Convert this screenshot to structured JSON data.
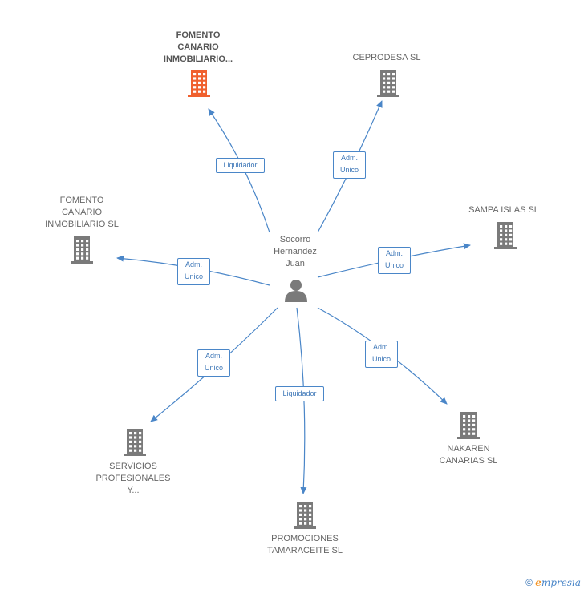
{
  "center": {
    "label": "Socorro\nHernandez\nJuan",
    "icon": "person-icon"
  },
  "nodes": [
    {
      "id": "fomento-canario-inmobiliario-highlight",
      "label": "FOMENTO\nCANARIO\nINMOBILIARIO...",
      "icon": "building-icon",
      "color": "#f0602e",
      "highlighted": true
    },
    {
      "id": "ceprodesa",
      "label": "CEPRODESA  SL",
      "icon": "building-icon",
      "color": "#7a7a7a"
    },
    {
      "id": "sampa-islas",
      "label": "SAMPA ISLAS SL",
      "icon": "building-icon",
      "color": "#7a7a7a"
    },
    {
      "id": "fomento-canario-inmobiliario-sl",
      "label": "FOMENTO\nCANARIO\nINMOBILIARIO SL",
      "icon": "building-icon",
      "color": "#7a7a7a"
    },
    {
      "id": "nakaren-canarias",
      "label": "NAKAREN\nCANARIAS  SL",
      "icon": "building-icon",
      "color": "#7a7a7a"
    },
    {
      "id": "servicios-profesionales",
      "label": "SERVICIOS\nPROFESIONALES\nY...",
      "icon": "building-icon",
      "color": "#7a7a7a"
    },
    {
      "id": "promociones-tamaraceite",
      "label": "PROMOCIONES\nTAMARACEITE SL",
      "icon": "building-icon",
      "color": "#7a7a7a"
    }
  ],
  "edges": [
    {
      "to": "fomento-canario-inmobiliario-highlight",
      "label": "Liquidador"
    },
    {
      "to": "ceprodesa",
      "label": "Adm.\nUnico"
    },
    {
      "to": "sampa-islas",
      "label": "Adm.\nUnico"
    },
    {
      "to": "fomento-canario-inmobiliario-sl",
      "label": "Adm.\nUnico"
    },
    {
      "to": "nakaren-canarias",
      "label": "Adm.\nUnico"
    },
    {
      "to": "servicios-profesionales",
      "label": "Adm.\nUnico"
    },
    {
      "to": "promociones-tamaraceite",
      "label": "Liquidador"
    }
  ],
  "colors": {
    "edge": "#4a86c8",
    "building": "#7a7a7a",
    "highlight": "#f0602e",
    "person": "#7a7a7a"
  },
  "footer": {
    "copyright": "©",
    "brand_first": "e",
    "brand_rest": "mpresia"
  }
}
